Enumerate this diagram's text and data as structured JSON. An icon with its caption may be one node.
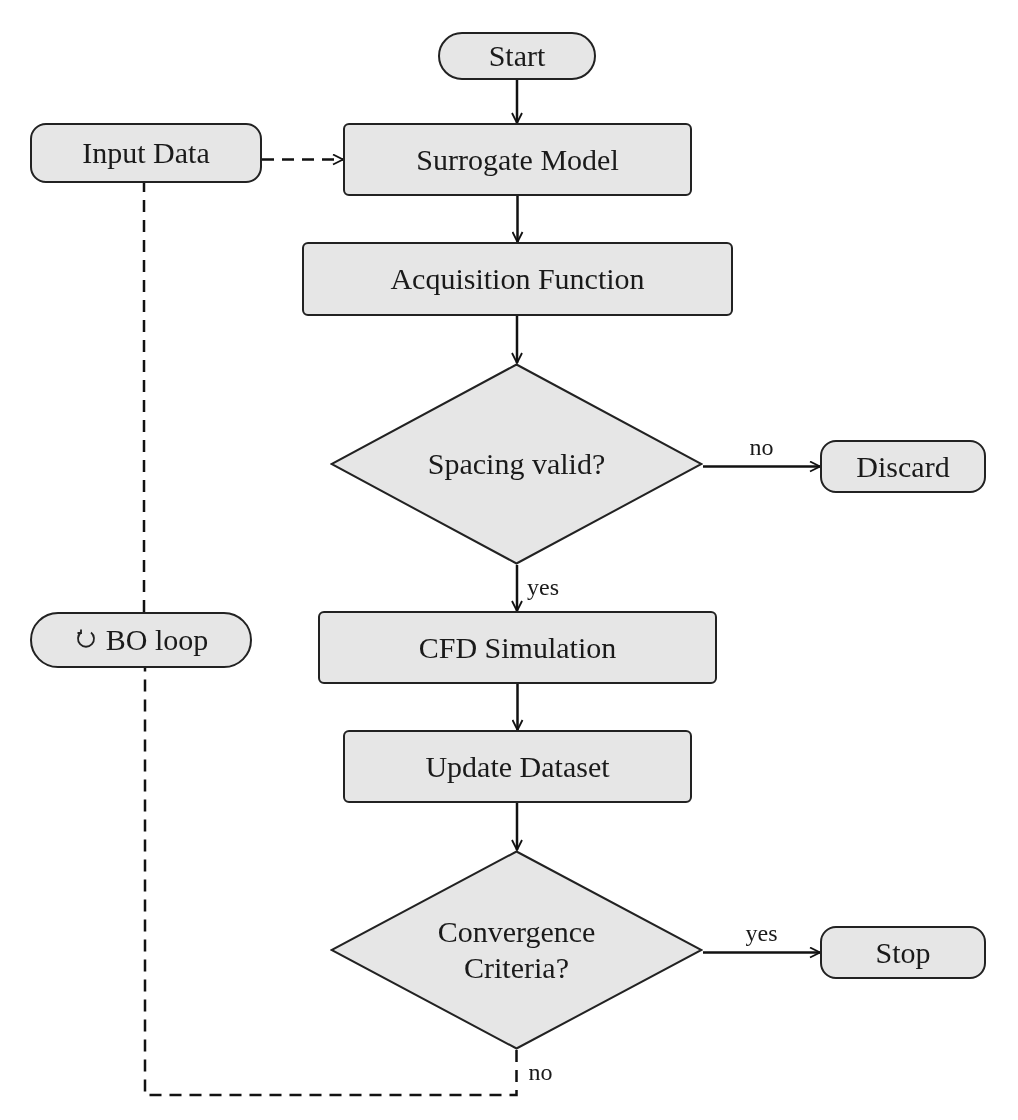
{
  "diagram": {
    "nodes": [
      {
        "text": [
          "Start"
        ]
      },
      {
        "text": [
          "Input Data"
        ]
      },
      {
        "text": [
          "Surrogate Model"
        ]
      },
      {
        "text": [
          "Acquisition Function"
        ]
      },
      {
        "text": [
          "Spacing valid?"
        ]
      },
      {
        "text": [
          "Discard"
        ]
      },
      {
        "text": [
          "CFD Simulation"
        ]
      },
      {
        "text": [
          "Update Dataset"
        ]
      },
      {
        "text": [
          "Convergence Criteria?"
        ]
      },
      {
        "text": [
          "Stop"
        ]
      },
      {
        "text": [
          "BO loop"
        ]
      }
    ],
    "edges": [
      {
        "from": 0,
        "to": 2,
        "arrow": "to"
      },
      {
        "from": 1,
        "to": 2,
        "arrow": "to",
        "style": "dashed"
      },
      {
        "from": 2,
        "to": 3,
        "arrow": "to"
      },
      {
        "from": 3,
        "to": 4,
        "arrow": "to"
      },
      {
        "from": 4,
        "to": 5,
        "arrow": "to",
        "label": "no"
      },
      {
        "from": 4,
        "to": 6,
        "arrow": "to",
        "label": "yes"
      },
      {
        "from": 6,
        "to": 7,
        "arrow": "to"
      },
      {
        "from": 7,
        "to": 8,
        "arrow": "to"
      },
      {
        "from": 8,
        "to": 9,
        "arrow": "to",
        "label": "yes"
      },
      {
        "from": 8,
        "to": 10,
        "arrow": "none",
        "label": "no",
        "style": "dashed"
      },
      {
        "from": 10,
        "to": 1,
        "arrow": "none",
        "style": "dashed"
      }
    ]
  }
}
